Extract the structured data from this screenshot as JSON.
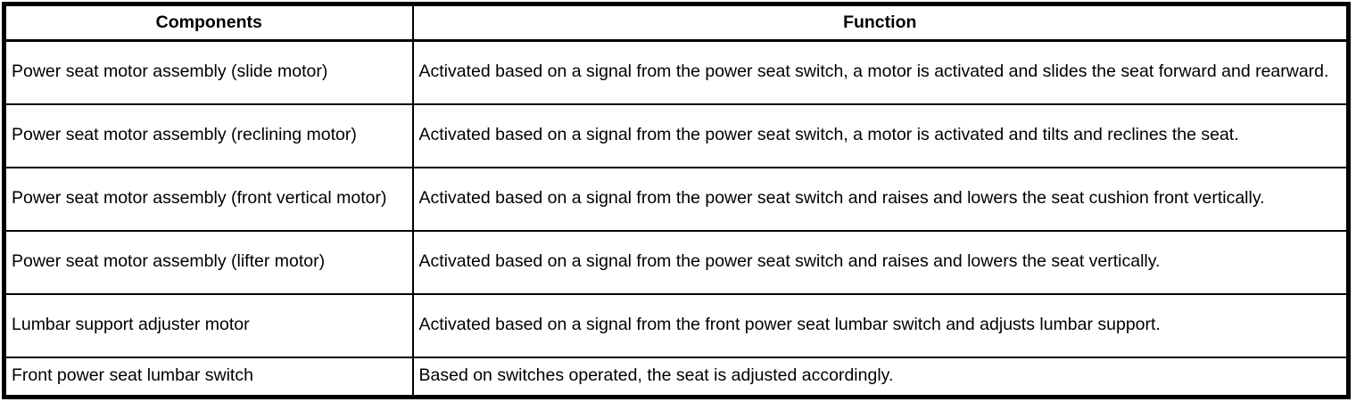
{
  "table": {
    "header": {
      "components": "Components",
      "function": "Function"
    },
    "rows": [
      {
        "component": "Power seat motor assembly (slide motor)",
        "function": "Activated based on a signal from the power seat switch, a motor is activated and slides the seat forward and rearward."
      },
      {
        "component": "Power seat motor assembly (reclining motor)",
        "function": "Activated based on a signal from the power seat switch, a motor is activated and tilts and reclines the seat."
      },
      {
        "component": "Power seat motor assembly (front vertical motor)",
        "function": "Activated based on a signal from the power seat switch and raises and lowers the seat cushion front vertically."
      },
      {
        "component": "Power seat motor assembly (lifter motor)",
        "function": "Activated based on a signal from the power seat switch and raises and lowers the seat vertically."
      },
      {
        "component": "Lumbar support adjuster motor",
        "function": "Activated based on a signal from the front power seat lumbar switch and adjusts lumbar support."
      },
      {
        "component": "Front power seat lumbar switch",
        "function": "Based on switches operated, the seat is adjusted accordingly."
      }
    ],
    "colors": {
      "border": "#000000",
      "text": "#000000",
      "background": "#ffffff"
    }
  }
}
